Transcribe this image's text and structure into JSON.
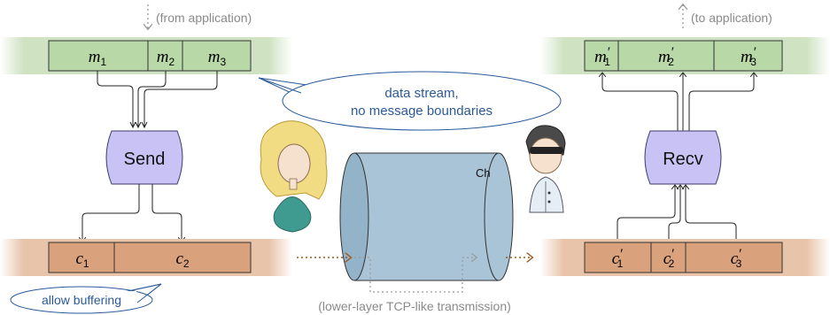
{
  "left": {
    "input_note": "(from application)",
    "messages": [
      {
        "base": "m",
        "sub": "1",
        "prime": ""
      },
      {
        "base": "m",
        "sub": "2",
        "prime": ""
      },
      {
        "base": "m",
        "sub": "3",
        "prime": ""
      }
    ],
    "process": "Send",
    "chunks": [
      {
        "base": "c",
        "sub": "1",
        "prime": ""
      },
      {
        "base": "c",
        "sub": "2",
        "prime": ""
      }
    ]
  },
  "right": {
    "output_note": "(to application)",
    "messages": [
      {
        "base": "m",
        "sub": "1",
        "prime": "′"
      },
      {
        "base": "m",
        "sub": "2",
        "prime": "′"
      },
      {
        "base": "m",
        "sub": "3",
        "prime": "′"
      }
    ],
    "process": "Recv",
    "chunks": [
      {
        "base": "c",
        "sub": "1",
        "prime": "′"
      },
      {
        "base": "c",
        "sub": "2",
        "prime": "′"
      },
      {
        "base": "c",
        "sub": "3",
        "prime": "′"
      }
    ]
  },
  "callouts": {
    "stream_line1": "data stream,",
    "stream_line2": "no message boundaries",
    "buffering": "allow buffering"
  },
  "channel": {
    "label": "Ch",
    "caption": "(lower-layer TCP-like transmission)"
  },
  "colors": {
    "message_fill": "#b9d8a8",
    "chunk_fill": "#d9a17c",
    "process_fill": "#c9c2f4",
    "channel_fill": "#a9c4d6",
    "callout_text": "#2a5a9a",
    "dotted_arrow": "#9b5a1e"
  }
}
